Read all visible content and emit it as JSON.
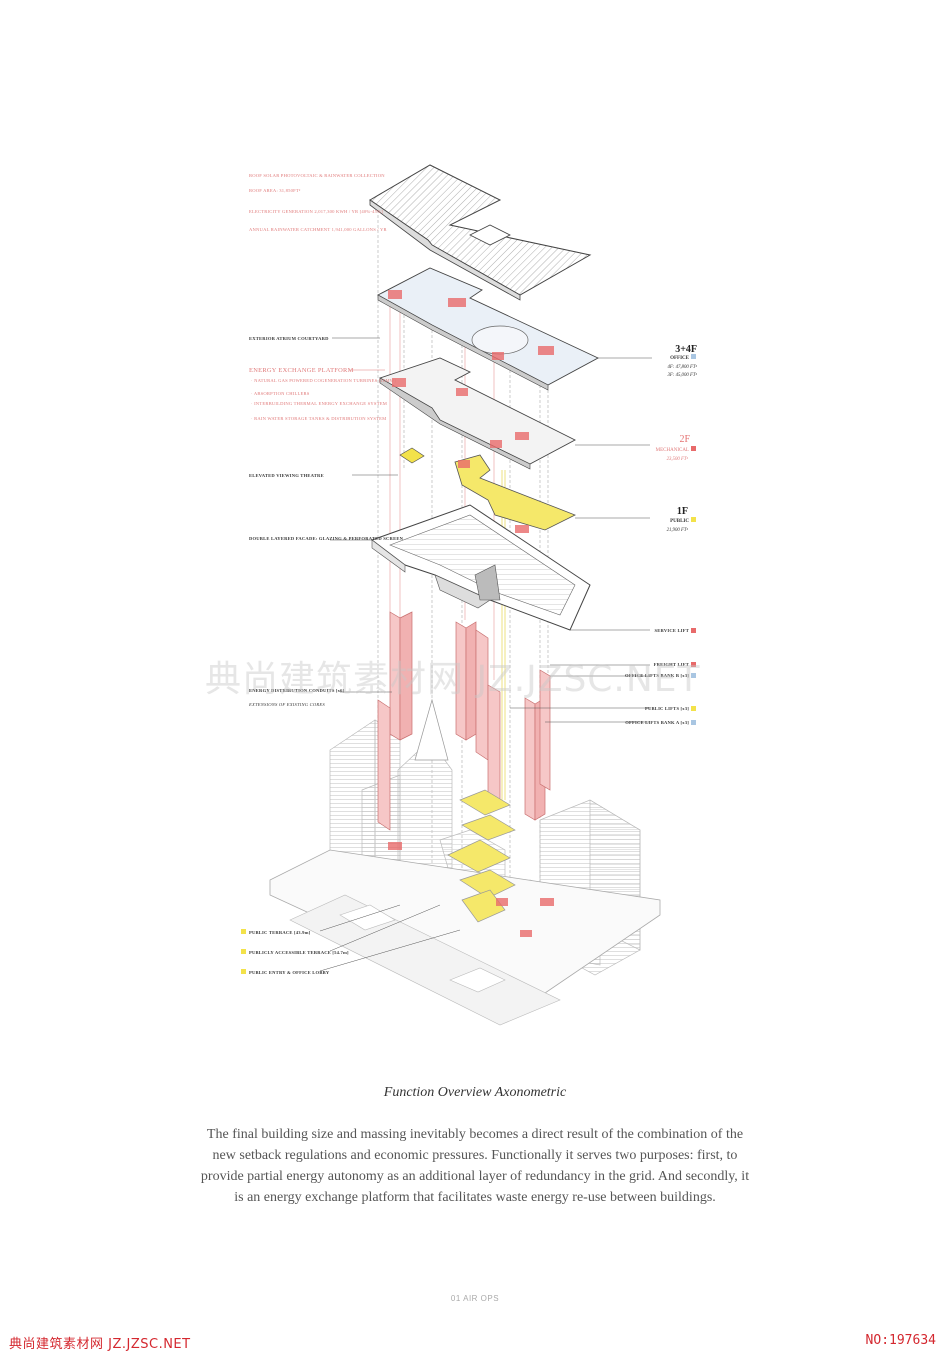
{
  "annotations": {
    "roof_pv": "ROOF SOLAR PHOTOVOLTAIC & RAINWATER COLLECTION",
    "roof_area": "ROOF AREA: 31,850FT²",
    "electricity": "ELECTRICITY GENERATION 2,017,300 KWH / YR [40%-45%]",
    "rainwater": "ANNUAL RAINWATER CATCHMENT 1,941,000 GALLONS / YR",
    "atrium": "EXTERIOR ATRIUM COURTYARD",
    "energy_platform": "ENERGY EXCHANGE PLATFORM",
    "ep_item1": "· NATURAL GAS POWERED COGENERATION TURBINES [10MW]",
    "ep_item2": "· ABSORPTION CHILLERS",
    "ep_item3": "· INTERBUILDING THERMAL ENERGY EXCHANGE SYSTEM",
    "ep_item4": "· RAIN WATER STORAGE TANKS & DISTRIBUTION SYSTEM",
    "theatre": "ELEVATED VIEWING THEATRE",
    "facade": "DOUBLE LAYERED FACADE: GLAZING & PERFORATED SCREEN",
    "conduits": "ENERGY DISTRIBUTION CONDUITS [x6]",
    "conduits_sub": "EXTENSIONS OF EXISTING CORES",
    "service_lift": "SERVICE LIFT",
    "freight_lift": "FREIGHT LIFT",
    "office_lifts_b": "OFFICE LIFTS BANK B [x3]",
    "public_lifts": "PUBLIC LIFTS [x3]",
    "office_lifts_a": "OFFICE LIFTS BANK A [x3]",
    "public_terrace": "PUBLIC TERRACE [43.9m]",
    "public_accessible": "PUBLICLY ACCESSIBLE TERRACE [54.7m]",
    "public_entry": "PUBLIC ENTRY & OFFICE LOBBY"
  },
  "levels": {
    "l34_title": "3+4F",
    "l34_use": "OFFICE",
    "l34_area4": "4F: 47,800 FT²",
    "l34_area3": "3F: 45,000 FT²",
    "l2_title": "2F",
    "l2_use": "MECHANICAL",
    "l2_area": "23,500 FT²",
    "l1_title": "1F",
    "l1_use": "PUBLIC",
    "l1_area": "21,900 FT²"
  },
  "colors": {
    "office": "#a9c6e2",
    "mechanical": "#e86a6a",
    "public": "#f3e24a",
    "lift_pink": "#f6c7c7"
  },
  "caption": "Function Overview Axonometric",
  "body": "The final building size and massing inevitably becomes a direct result of the combination of the new setback regulations and economic pressures. Functionally it serves two purposes: first, to provide partial energy autonomy as an additional layer of redundancy in the grid. And secondly, it is an energy exchange platform that facilitates waste energy re-use between buildings.",
  "page_label": "01 AIR OPS",
  "watermark": "典尚建筑素材网  JZ.JZSC.NET",
  "footer_left": "典尚建筑素材网 JZ.JZSC.NET",
  "footer_right": "NO:197634"
}
